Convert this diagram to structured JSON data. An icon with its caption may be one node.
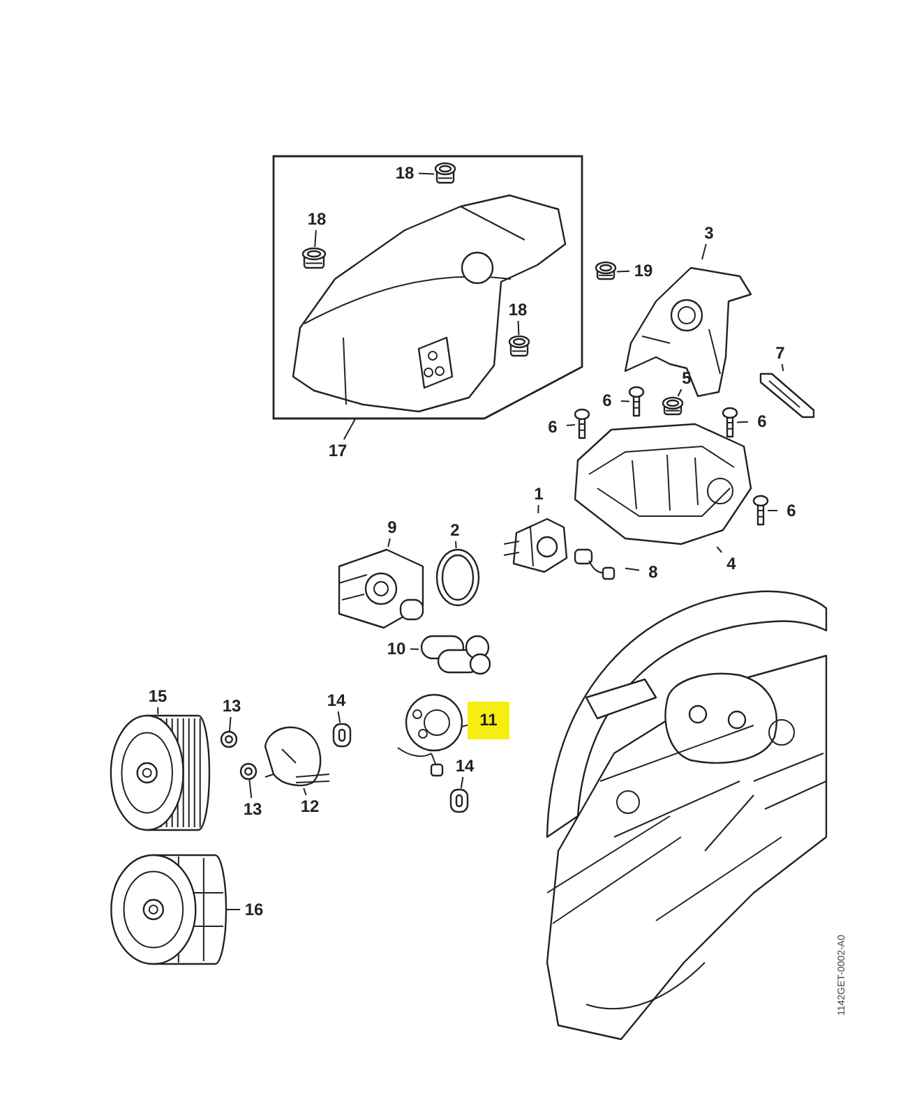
{
  "diagram": {
    "nodes": [
      {
        "text": [],
        "shape": "box"
      },
      {
        "text": [
          "18"
        ],
        "in": 0
      },
      {
        "text": [],
        "shape": "picture",
        "in": 0
      },
      {
        "text": [
          "18"
        ],
        "in": 0
      },
      {
        "text": [],
        "shape": "picture",
        "in": 0
      },
      {
        "text": [
          "18"
        ],
        "in": 0
      },
      {
        "text": [],
        "shape": "picture",
        "in": 0
      },
      {
        "text": [
          "17"
        ]
      },
      {
        "text": [
          "3"
        ]
      },
      {
        "text": [],
        "shape": "picture"
      },
      {
        "text": [
          "19"
        ]
      },
      {
        "text": [],
        "shape": "picture"
      },
      {
        "text": [
          "7"
        ]
      },
      {
        "text": [],
        "shape": "picture"
      },
      {
        "text": [
          "6"
        ]
      },
      {
        "text": [],
        "shape": "picture"
      },
      {
        "text": [
          "5"
        ]
      },
      {
        "text": [],
        "shape": "picture"
      },
      {
        "text": [
          "6"
        ]
      },
      {
        "text": [],
        "shape": "picture"
      },
      {
        "text": [
          "6"
        ]
      },
      {
        "text": [],
        "shape": "picture"
      },
      {
        "text": [],
        "shape": "picture"
      },
      {
        "text": [
          "1"
        ]
      },
      {
        "text": [],
        "shape": "picture"
      },
      {
        "text": [
          "2"
        ]
      },
      {
        "text": [],
        "shape": "picture"
      },
      {
        "text": [
          "9"
        ]
      },
      {
        "text": [],
        "shape": "picture"
      },
      {
        "text": [
          "4"
        ]
      },
      {
        "text": [
          "6"
        ]
      },
      {
        "text": [],
        "shape": "picture"
      },
      {
        "text": [
          "8"
        ]
      },
      {
        "text": [],
        "shape": "picture"
      },
      {
        "text": [
          "10"
        ]
      },
      {
        "text": [],
        "shape": "picture"
      },
      {
        "text": [
          "15"
        ]
      },
      {
        "text": [],
        "shape": "picture"
      },
      {
        "text": [
          "13"
        ]
      },
      {
        "text": [],
        "shape": "picture"
      },
      {
        "text": [
          "14"
        ]
      },
      {
        "text": [],
        "shape": "picture"
      },
      {
        "text": [
          "11"
        ]
      },
      {
        "text": [],
        "shape": "picture"
      },
      {
        "text": [
          "12"
        ]
      },
      {
        "text": [],
        "shape": "picture"
      },
      {
        "text": [
          "13"
        ]
      },
      {
        "text": [],
        "shape": "picture"
      },
      {
        "text": [
          "14"
        ]
      },
      {
        "text": [],
        "shape": "picture"
      },
      {
        "text": [
          "16"
        ]
      },
      {
        "text": [],
        "shape": "picture"
      }
    ],
    "edges": [
      {
        "from": 1,
        "to": 2,
        "arrow": "none"
      },
      {
        "from": 3,
        "to": 4,
        "arrow": "none"
      },
      {
        "from": 5,
        "to": 6,
        "arrow": "none"
      },
      {
        "from": 7,
        "to": 0,
        "arrow": "none"
      },
      {
        "from": 8,
        "to": 9,
        "arrow": "none"
      },
      {
        "from": 10,
        "to": 11,
        "arrow": "none"
      },
      {
        "from": 12,
        "to": 13,
        "arrow": "none"
      },
      {
        "from": 14,
        "to": 15,
        "arrow": "none"
      },
      {
        "from": 16,
        "to": 17,
        "arrow": "none"
      },
      {
        "from": 18,
        "to": 19,
        "arrow": "none"
      },
      {
        "from": 20,
        "to": 21,
        "arrow": "none"
      },
      {
        "from": 23,
        "to": 24,
        "arrow": "none"
      },
      {
        "from": 25,
        "to": 26,
        "arrow": "none"
      },
      {
        "from": 27,
        "to": 28,
        "arrow": "none"
      },
      {
        "from": 29,
        "to": 22,
        "arrow": "none"
      },
      {
        "from": 30,
        "to": 31,
        "arrow": "none"
      },
      {
        "from": 32,
        "to": 33,
        "arrow": "none"
      },
      {
        "from": 34,
        "to": 35,
        "arrow": "none"
      },
      {
        "from": 36,
        "to": 37,
        "arrow": "none"
      },
      {
        "from": 38,
        "to": 39,
        "arrow": "none"
      },
      {
        "from": 40,
        "to": 41,
        "arrow": "none"
      },
      {
        "from": 42,
        "to": 43,
        "arrow": "none"
      },
      {
        "from": 44,
        "to": 45,
        "arrow": "none"
      },
      {
        "from": 46,
        "to": 47,
        "arrow": "none"
      },
      {
        "from": 48,
        "to": 49,
        "arrow": "none"
      },
      {
        "from": 50,
        "to": 51,
        "arrow": "none"
      }
    ],
    "labels": [
      "1142GET-0002-A0"
    ]
  }
}
